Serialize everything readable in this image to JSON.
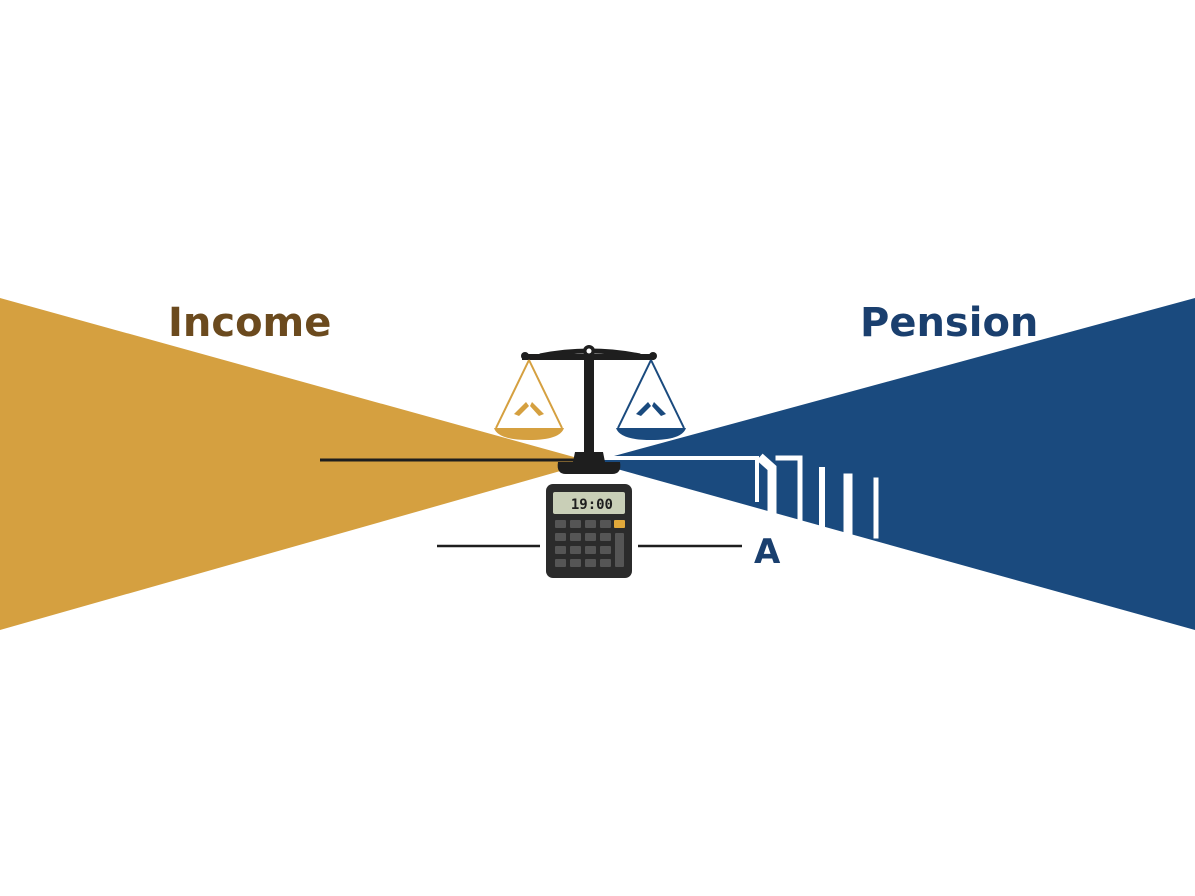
{
  "labels": {
    "income": "Income",
    "pension": "Pension",
    "marker": "A"
  },
  "calculator": {
    "display": "19:00"
  },
  "colors": {
    "income": "#D5A040",
    "pension": "#1A4A7E",
    "income_text": "#6B4A1E",
    "pension_text": "#1A3F6E",
    "ink": "#1E1E1E",
    "calculator_body": "#2B2B2B",
    "calculator_screen": "#C9CFB7",
    "calculator_accent": "#E1A83A"
  },
  "icons": [
    "balance-scale-icon",
    "calculator-icon"
  ]
}
